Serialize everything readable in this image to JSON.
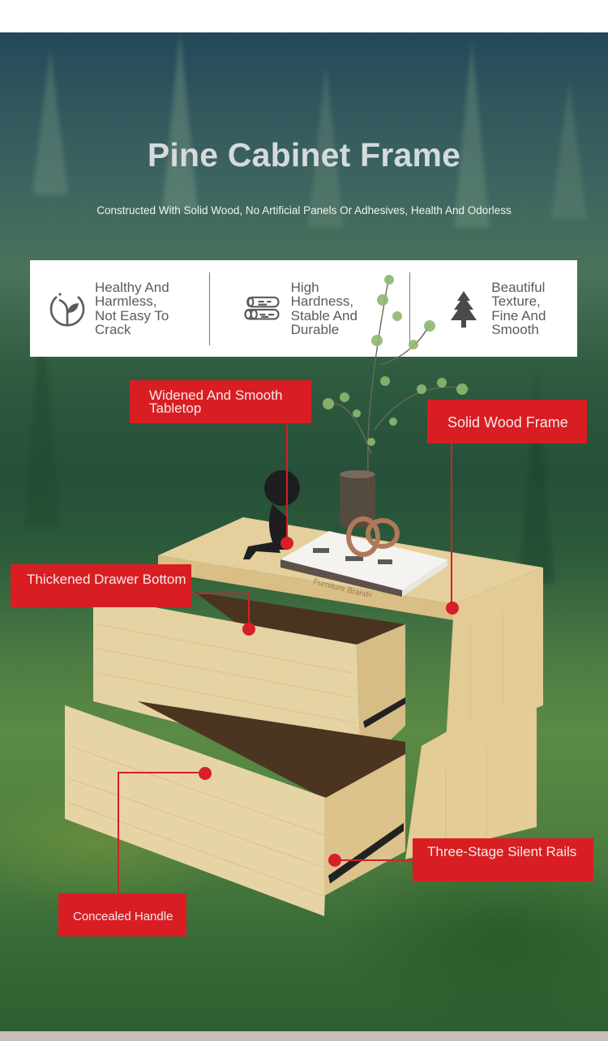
{
  "header": {
    "title": "Pine Cabinet Frame",
    "subtitle": "Constructed With Solid Wood, No Artificial Panels Or Adhesives, Health And Odorless"
  },
  "features": [
    {
      "icon": "sprout-icon",
      "label": "Healthy And Harmless, Not Easy To Crack"
    },
    {
      "icon": "logs-icon",
      "label": "High Hardness, Stable And Durable"
    },
    {
      "icon": "pine-tree-icon",
      "label": "Beautiful Texture, Fine And Smooth"
    }
  ],
  "callouts": {
    "tabletop": "Widened And Smooth Tabletop",
    "frame": "Solid Wood Frame",
    "drawer_bottom": "Thickened Drawer Bottom",
    "rails": "Three-Stage Silent Rails",
    "handle": "Concealed Handle"
  },
  "product": {
    "book_title": "Furniture Brands"
  },
  "colors": {
    "accent_red": "#d81e22",
    "title_gray": "#d5dadb",
    "feature_text": "#5b5b5b",
    "pine_wood": "#e2cc98"
  }
}
